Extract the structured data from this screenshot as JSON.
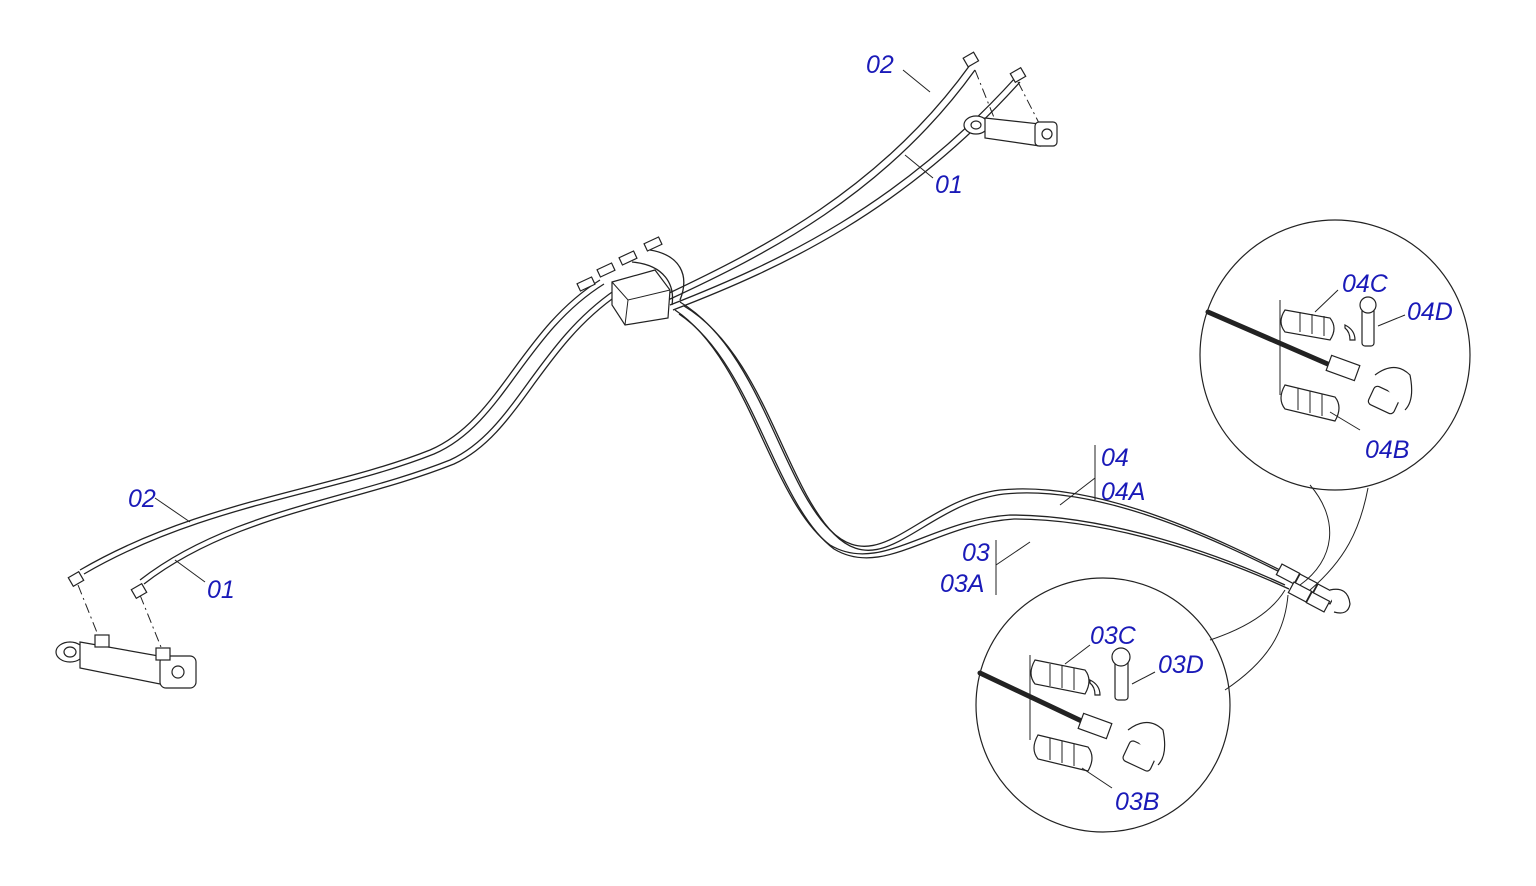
{
  "labels": {
    "l01_top": "01",
    "l02_top": "02",
    "l01_bottom": "01",
    "l02_bottom": "02",
    "l04": "04",
    "l04A": "04A",
    "l03": "03",
    "l03A": "03A",
    "l04B": "04B",
    "l04C": "04C",
    "l04D": "04D",
    "l03B": "03B",
    "l03C": "03C",
    "l03D": "03D"
  },
  "colors": {
    "callout": "#1a1ab8",
    "line": "#222222"
  }
}
